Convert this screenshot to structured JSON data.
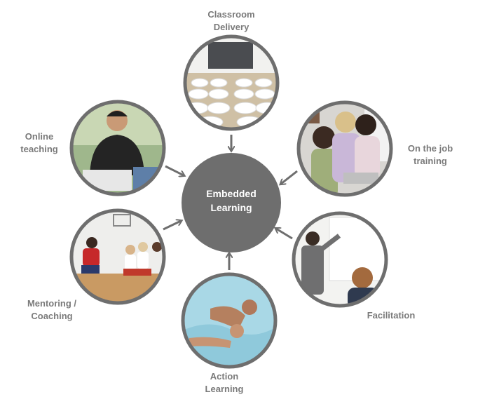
{
  "center": {
    "label": "Embedded\nLearning"
  },
  "nodes": [
    {
      "id": "classroom",
      "label": "Classroom\nDelivery",
      "image": "empty classroom with white chairs and projection screen"
    },
    {
      "id": "on-the-job",
      "label": "On the job\ntraining",
      "image": "group of people working at computers"
    },
    {
      "id": "facilitation",
      "label": "Facilitation",
      "image": "presenter at whiteboard with audience"
    },
    {
      "id": "action",
      "label": "Action\nLearning",
      "image": "instructor teaching child to swim"
    },
    {
      "id": "mentoring",
      "label": "Mentoring /\nCoaching",
      "image": "coach with children in a gym"
    },
    {
      "id": "online",
      "label": "Online\nteaching",
      "image": "smiling man at laptop"
    }
  ],
  "colors": {
    "ring": "#6e6e6e",
    "hub": "#6e6e6e",
    "arrow": "#6e6e6e",
    "label": "#7a7a7a"
  }
}
